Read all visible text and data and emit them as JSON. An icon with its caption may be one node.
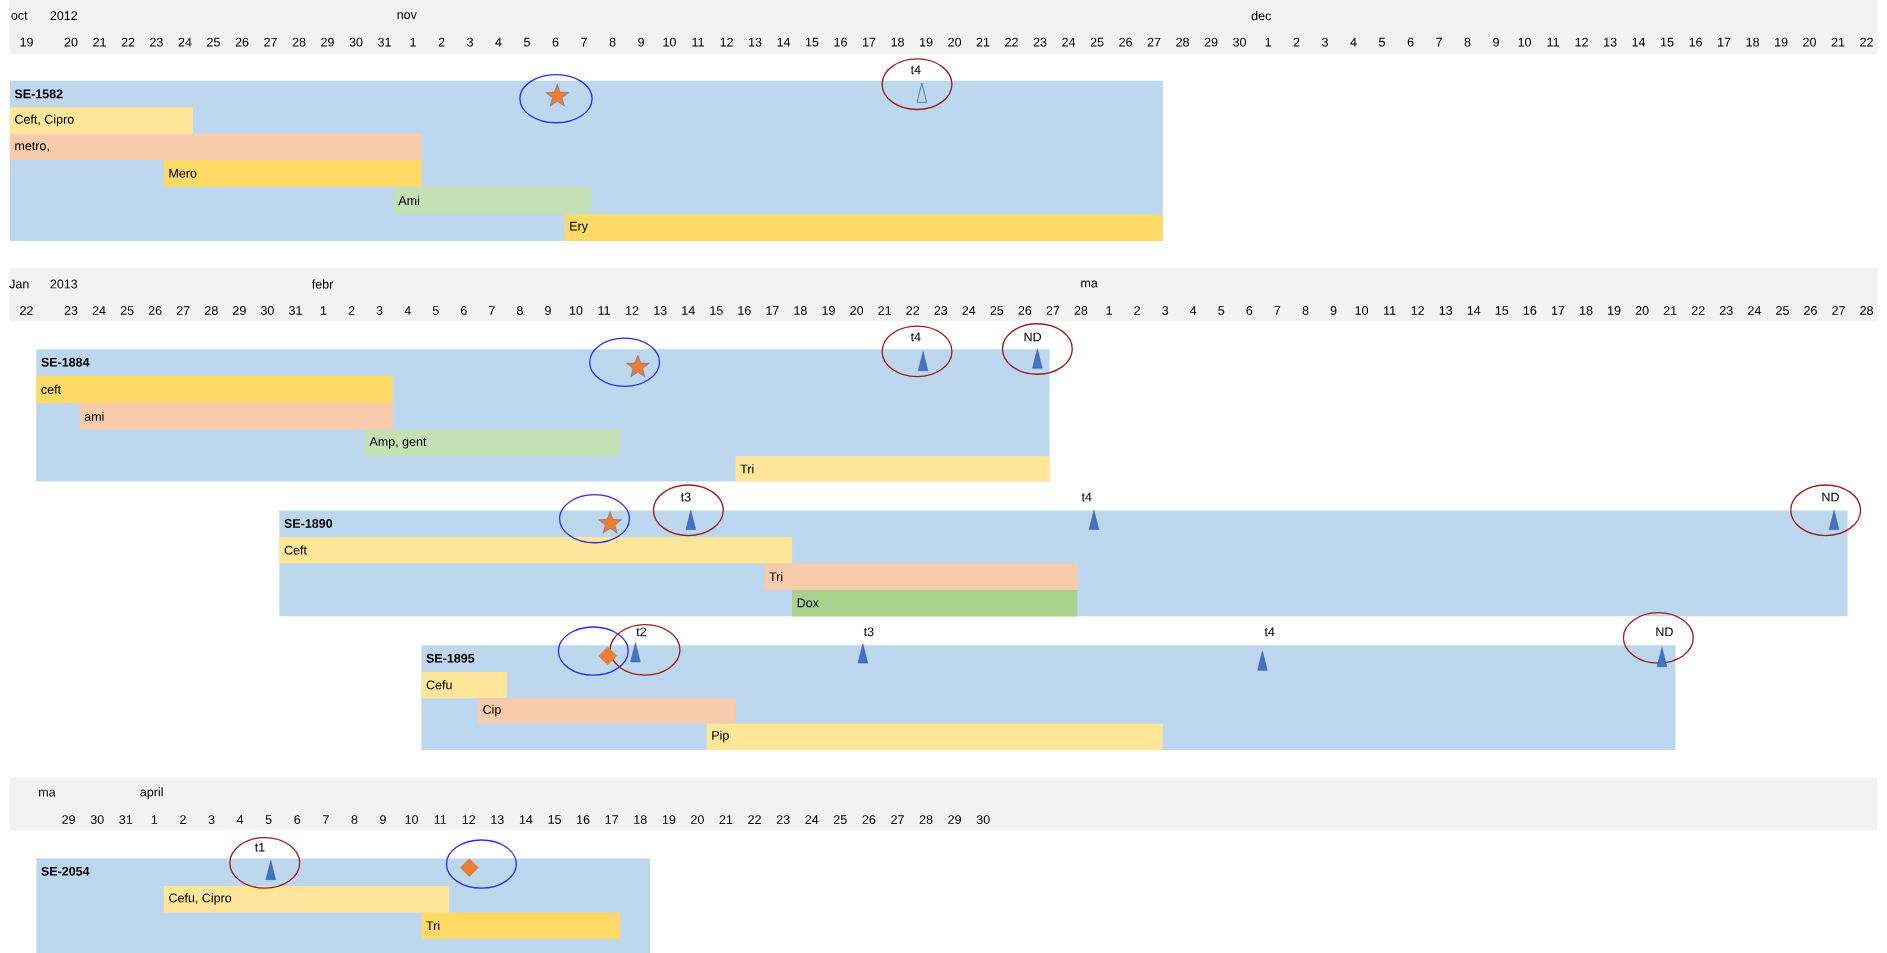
{
  "diagram": {
    "nodes": [
      {
        "text": [
          "SE-1582"
        ]
      },
      {
        "text": [
          "Ceft, Cipro"
        ],
        "in": 0
      },
      {
        "text": [
          "metro,"
        ],
        "in": 0
      },
      {
        "text": [
          "Mero"
        ],
        "in": 0
      },
      {
        "text": [
          "Ami"
        ],
        "in": 0
      },
      {
        "text": [
          "Ery"
        ],
        "in": 0
      },
      {
        "text": [],
        "shape": "circle"
      },
      {
        "text": [
          "t4"
        ]
      },
      {
        "text": [
          "SE-1884"
        ]
      },
      {
        "text": [
          "ceft"
        ],
        "in": 8
      },
      {
        "text": [
          "ami"
        ],
        "in": 8
      },
      {
        "text": [
          "Amp, gent"
        ],
        "in": 8
      },
      {
        "text": [
          "Tri"
        ],
        "in": 8
      },
      {
        "text": [],
        "shape": "circle"
      },
      {
        "text": [
          "t4"
        ]
      },
      {
        "text": [
          "ND"
        ]
      },
      {
        "text": [
          "SE-1890"
        ]
      },
      {
        "text": [
          "Ceft"
        ],
        "in": 16
      },
      {
        "text": [
          "Tri"
        ],
        "in": 16
      },
      {
        "text": [
          "Dox"
        ],
        "in": 16
      },
      {
        "text": [],
        "shape": "circle"
      },
      {
        "text": [
          "t3"
        ]
      },
      {
        "text": [
          "ND"
        ]
      },
      {
        "text": [
          "SE-1895"
        ]
      },
      {
        "text": [
          "Cefu"
        ],
        "in": 23
      },
      {
        "text": [
          "Cip"
        ],
        "in": 23
      },
      {
        "text": [
          "Pip"
        ],
        "in": 23
      },
      {
        "text": [],
        "shape": "circle"
      },
      {
        "text": [
          "t2"
        ]
      },
      {
        "text": [
          "ND"
        ]
      },
      {
        "text": [
          "SE-2054"
        ]
      },
      {
        "text": [
          "Cefu, Cipro"
        ],
        "in": 30
      },
      {
        "text": [
          "Tri"
        ],
        "in": 30
      },
      {
        "text": [
          "t1"
        ]
      },
      {
        "text": [],
        "shape": "circle"
      }
    ],
    "labels": [
      "oct",
      "2012",
      "nov",
      "dec",
      "19",
      "20",
      "21",
      "22",
      "23",
      "24",
      "25",
      "26",
      "27",
      "28",
      "29",
      "30",
      "31",
      "1",
      "2",
      "3",
      "4",
      "5",
      "6",
      "7",
      "8",
      "9",
      "10",
      "11",
      "12",
      "13",
      "14",
      "15",
      "16",
      "17",
      "18",
      "19",
      "20",
      "21",
      "22",
      "23",
      "24",
      "25",
      "26",
      "27",
      "28",
      "29",
      "30",
      "1",
      "2",
      "3",
      "4",
      "5",
      "6",
      "7",
      "8",
      "9",
      "10",
      "11",
      "12",
      "13",
      "14",
      "15",
      "16",
      "17",
      "18",
      "19",
      "20",
      "21",
      "22",
      "Jan",
      "2013",
      "febr",
      "ma",
      "22",
      "23",
      "24",
      "25",
      "26",
      "27",
      "28",
      "29",
      "30",
      "31",
      "1",
      "2",
      "3",
      "4",
      "5",
      "6",
      "7",
      "8",
      "9",
      "10",
      "11",
      "12",
      "13",
      "14",
      "15",
      "16",
      "17",
      "18",
      "19",
      "20",
      "21",
      "22",
      "23",
      "24",
      "25",
      "26",
      "27",
      "28",
      "1",
      "2",
      "3",
      "4",
      "5",
      "6",
      "7",
      "8",
      "9",
      "10",
      "11",
      "12",
      "13",
      "14",
      "15",
      "16",
      "17",
      "18",
      "19",
      "20",
      "21",
      "22",
      "23",
      "24",
      "25",
      "26",
      "27",
      "28",
      "t4",
      "t3",
      "t4",
      "ma",
      "april",
      "29",
      "30",
      "31",
      "1",
      "2",
      "3",
      "4",
      "5",
      "6",
      "7",
      "8",
      "9",
      "10",
      "11",
      "12",
      "13",
      "14",
      "15",
      "16",
      "17",
      "18",
      "19",
      "20",
      "21",
      "22",
      "23",
      "24",
      "25",
      "26",
      "27",
      "28",
      "29",
      "30"
    ]
  }
}
